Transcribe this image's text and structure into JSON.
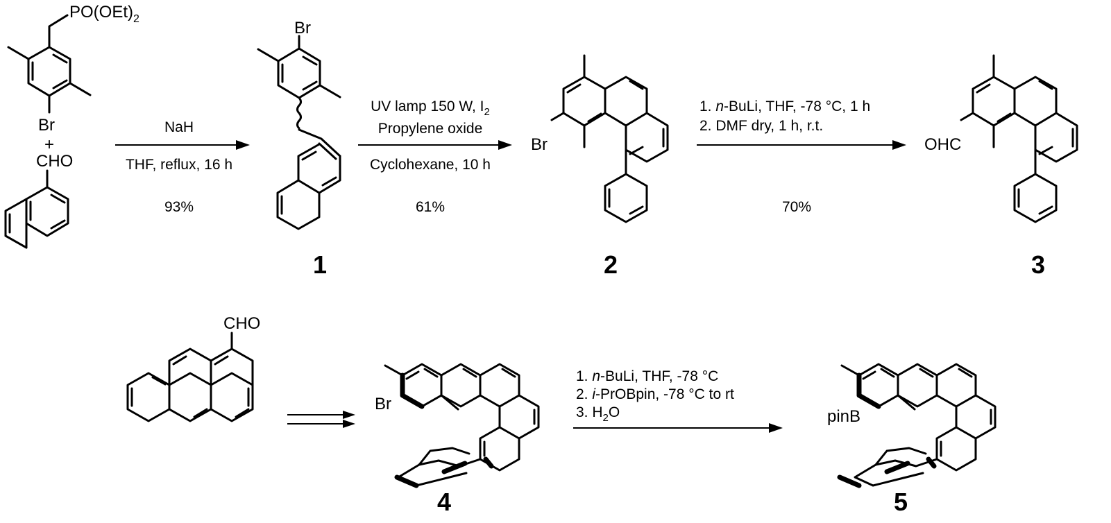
{
  "atoms": {
    "phosphonate": "PO(OEt)",
    "phosphonate_sub": "2",
    "br": "Br",
    "plus": "+",
    "cho": "CHO",
    "ohc": "OHC",
    "pinb": "pinB"
  },
  "steps": {
    "step1": {
      "line1": "NaH",
      "line2": "THF, reflux, 16 h",
      "yield": "93%"
    },
    "step2": {
      "line1": "UV lamp 150 W, I",
      "line1_sub": "2",
      "line2": "Propylene oxide",
      "line3": "Cyclohexane, 10 h",
      "yield": "61%"
    },
    "step3": {
      "line1_italic": "n",
      "line1": "-BuLi, THF, -78 °C, 1 h",
      "line1_prefix": "1. ",
      "line2": "2. DMF dry, 1 h, r.t.",
      "yield": "70%"
    },
    "step5": {
      "line1_prefix": "1. ",
      "line1_italic": "n",
      "line1": "-BuLi, THF, -78 °C",
      "line2_prefix": "2. ",
      "line2_italic": "i",
      "line2": "-PrOBpin, -78 °C to rt",
      "line3": "3. H",
      "line3_sub": "2",
      "line3_end": "O"
    }
  },
  "compounds": {
    "c1": "1",
    "c2": "2",
    "c3": "3",
    "c4": "4",
    "c5": "5"
  }
}
